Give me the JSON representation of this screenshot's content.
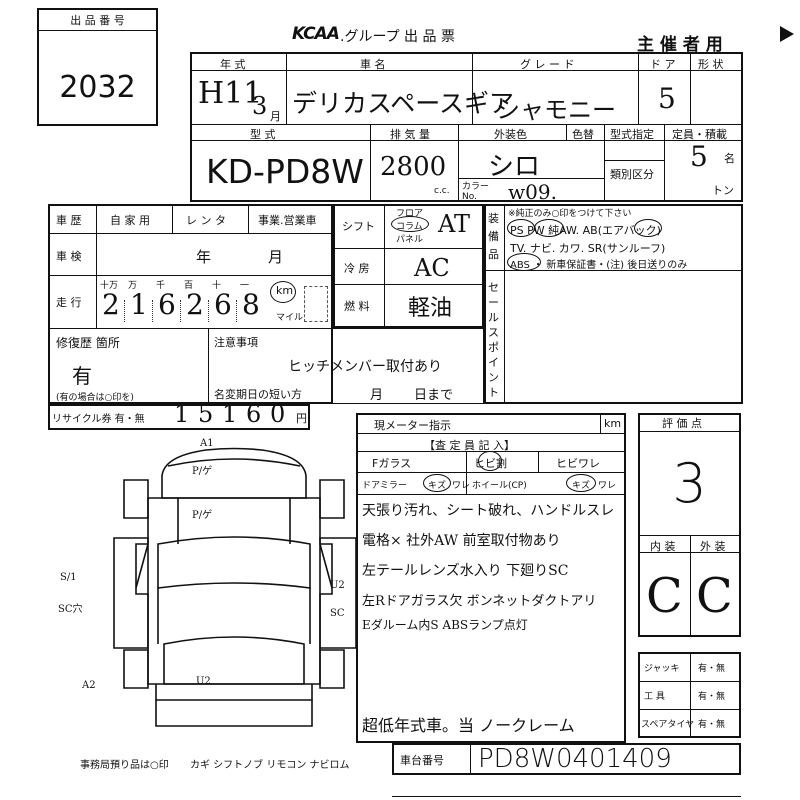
{
  "header": {
    "lot_label": "出 品 番 号",
    "lot_number": "2032",
    "brand_logo": "KCAA",
    "title": ".グループ 出 品 票",
    "organizer": "主 催 者 用"
  },
  "row1": {
    "year_label": "年 式",
    "year_value": "H11",
    "month_value": "3",
    "month_unit": "月",
    "name_label": "車 名",
    "name_value": "デリカスペースギア",
    "grade_label": "グ レ ー ド",
    "grade_value": "シャモニー",
    "doors_label": "ド ア",
    "doors_value": "5",
    "shape_label": "形 状"
  },
  "row2": {
    "model_label": "型 式",
    "model_value": "KD-PD8W",
    "displacement_label": "排 気 量",
    "displacement_value": "2800",
    "cc_unit": "c.c.",
    "color_label": "外装色",
    "color_value": "シロ",
    "color_change_label": "色替",
    "color_no_label": "カラー No.",
    "color_no_value": "w09.",
    "designation_label": "型式指定",
    "category_label": "類別区分",
    "capacity_label": "定員・積載",
    "capacity_value": "5",
    "capacity_unit": "名",
    "ton_unit": "トン"
  },
  "history": {
    "history_label": "車 歴",
    "private_label": "自 家 用",
    "rental_label": "レ ン タ",
    "business_label": "事業.営業車",
    "inspection_label": "車 検",
    "year_unit": "年",
    "month_unit": "月",
    "mileage_label": "走 行",
    "digit_labels": [
      "十万",
      "万",
      "千",
      "百",
      "十",
      "一"
    ],
    "mileage_digits": [
      "2",
      "1",
      "6",
      "2",
      "6",
      "8"
    ],
    "km_unit": "km",
    "mile_unit": "マイル",
    "repair_label": "修復歴 箇所",
    "repair_value": "有",
    "repair_note": "(有の場合は○印を)",
    "notes_label": "注意事項",
    "notes_value": "ヒッチメンバー取付あり",
    "name_change_label": "名変期日の短い方",
    "name_change_month": "月",
    "name_change_day": "日まで"
  },
  "mech": {
    "shift_label": "シフト",
    "shift_options": [
      "フロア",
      "コラム",
      "パネル"
    ],
    "shift_value": "AT",
    "ac_label": "冷 房",
    "ac_value": "AC",
    "fuel_label": "燃 料",
    "fuel_value": "軽油"
  },
  "equipment": {
    "label": "装 備 品",
    "note": "※純正のみ○印をつけて下さい",
    "line1": "PS PW 純AW. AB(エアバック)",
    "line2": "TV. ナビ. カワ. SR(サンルーフ)",
    "line3": "ABS ・ 新車保証書・(注) 後日送りのみ",
    "sales_point": "セールスポイント"
  },
  "recycle": {
    "label": "リサイクル券 有・無",
    "digits": [
      "1",
      "5",
      "1",
      "6",
      "0"
    ],
    "unit": "円"
  },
  "meter": {
    "label": "現メーター指示",
    "unit": "km"
  },
  "inspector": {
    "title": "【査 定 員 記 入】",
    "f_glass_label": "Fガラス",
    "crack_label": "ヒビ割",
    "crack2_label": "ヒビワレ",
    "mirror_label": "ドアミラー",
    "mirror_value": "キズ",
    "ware_label": "ワレ",
    "wheel_label": "ホイール(CP)",
    "wheel_value": "キズ",
    "ware2_label": "ワレ",
    "notes": [
      "天張り汚れ、シート破れ、ハンドルスレ",
      "電格×  社外AW  前室取付物あり",
      "左テールレンズ水入り 下廻りSC",
      "左Rドアガラス欠 ボンネットダクトアリ",
      "Eダルーム内S  ABSランプ点灯",
      "超低年式車。当 ノークレーム"
    ]
  },
  "score": {
    "label": "評 価 点",
    "value": "3",
    "interior_label": "内 装",
    "exterior_label": "外 装",
    "interior_value": "C",
    "exterior_value": "C"
  },
  "accessories": {
    "jack_label": "ジャッキ",
    "tools_label": "工 具",
    "spare_label": "スペアタイヤ",
    "yesno": "有・無"
  },
  "chassis": {
    "label": "車台番号",
    "value": "PD8W0401409"
  },
  "diagram": {
    "marks": [
      "A1",
      "P/ゲ",
      "P/ゲ",
      "S/1",
      "SC穴",
      "U2",
      "SC",
      "U2",
      "A2"
    ]
  },
  "footer": {
    "office_note": "事務局預り品は○印",
    "items": "カギ シフトノブ リモコン ナビロム"
  }
}
